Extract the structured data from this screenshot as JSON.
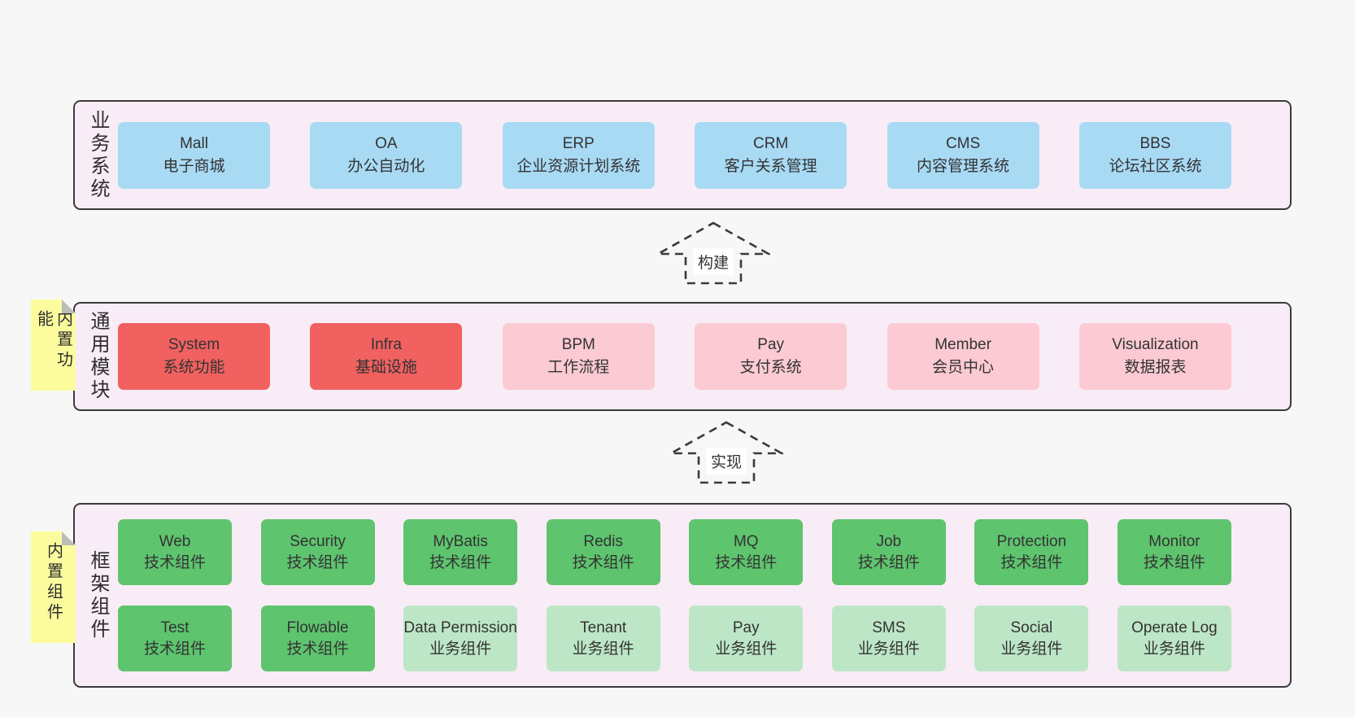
{
  "page": {
    "background": "#f7f7f7"
  },
  "colors": {
    "panel_background": "#f8ecf6",
    "panel_border": "#3b3b3b",
    "business_box_blue": "#a8daf4",
    "core_module_red": "#f06160",
    "module_pink": "#fbcad3",
    "tech_component_green": "#5ec46e",
    "biz_component_light_green": "#bde6c6",
    "sticky_note_yellow": "#fcfc9e"
  },
  "business_systems": {
    "label": "业务系统",
    "boxes": [
      {
        "title": "Mall",
        "subtitle": "电子商城"
      },
      {
        "title": "OA",
        "subtitle": "办公自动化"
      },
      {
        "title": "ERP",
        "subtitle": "企业资源计划系统"
      },
      {
        "title": "CRM",
        "subtitle": "客户关系管理"
      },
      {
        "title": "CMS",
        "subtitle": "内容管理系统"
      },
      {
        "title": "BBS",
        "subtitle": "论坛社区系统"
      }
    ]
  },
  "build_arrow": {
    "label": "构建"
  },
  "common_modules": {
    "label": "通用模块",
    "sticky": "内置功能",
    "boxes": [
      {
        "title": "System",
        "subtitle": "系统功能",
        "variant": "red"
      },
      {
        "title": "Infra",
        "subtitle": "基础设施",
        "variant": "red"
      },
      {
        "title": "BPM",
        "subtitle": "工作流程",
        "variant": "pink"
      },
      {
        "title": "Pay",
        "subtitle": "支付系统",
        "variant": "pink"
      },
      {
        "title": "Member",
        "subtitle": "会员中心",
        "variant": "pink"
      },
      {
        "title": "Visualization",
        "subtitle": "数据报表",
        "variant": "pink"
      }
    ]
  },
  "implement_arrow": {
    "label": "实现"
  },
  "framework_components": {
    "label": "框架组件",
    "sticky": "内置组件",
    "row1": [
      {
        "title": "Web",
        "subtitle": "技术组件",
        "variant": "green"
      },
      {
        "title": "Security",
        "subtitle": "技术组件",
        "variant": "green"
      },
      {
        "title": "MyBatis",
        "subtitle": "技术组件",
        "variant": "green"
      },
      {
        "title": "Redis",
        "subtitle": "技术组件",
        "variant": "green"
      },
      {
        "title": "MQ",
        "subtitle": "技术组件",
        "variant": "green"
      },
      {
        "title": "Job",
        "subtitle": "技术组件",
        "variant": "green"
      },
      {
        "title": "Protection",
        "subtitle": "技术组件",
        "variant": "green"
      },
      {
        "title": "Monitor",
        "subtitle": "技术组件",
        "variant": "green"
      }
    ],
    "row2": [
      {
        "title": "Test",
        "subtitle": "技术组件",
        "variant": "green"
      },
      {
        "title": "Flowable",
        "subtitle": "技术组件",
        "variant": "green"
      },
      {
        "title": "Data Permission",
        "subtitle": "业务组件",
        "variant": "light-green"
      },
      {
        "title": "Tenant",
        "subtitle": "业务组件",
        "variant": "light-green"
      },
      {
        "title": "Pay",
        "subtitle": "业务组件",
        "variant": "light-green"
      },
      {
        "title": "SMS",
        "subtitle": "业务组件",
        "variant": "light-green"
      },
      {
        "title": "Social",
        "subtitle": "业务组件",
        "variant": "light-green"
      },
      {
        "title": "Operate Log",
        "subtitle": "业务组件",
        "variant": "light-green"
      }
    ]
  }
}
